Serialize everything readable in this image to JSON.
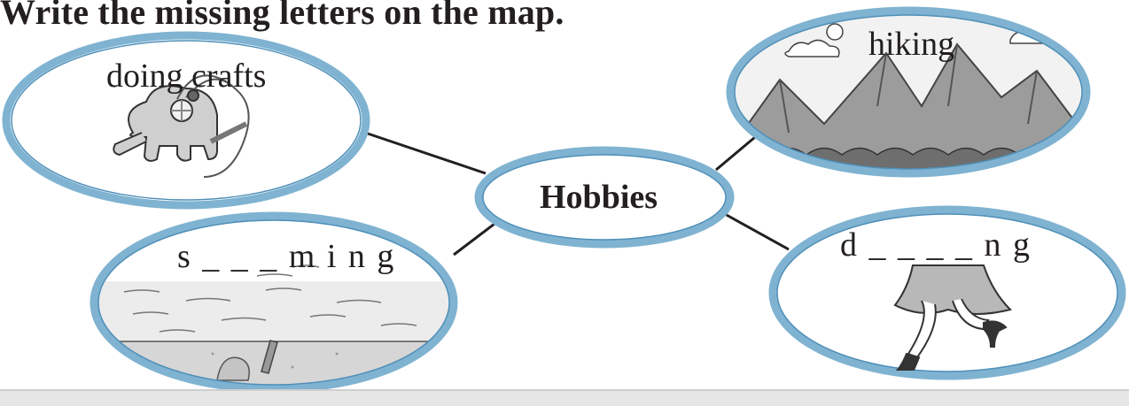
{
  "instruction": "Write the missing letters on the map.",
  "center": {
    "label": "Hobbies"
  },
  "nodes": [
    {
      "id": "crafts",
      "label": "doing crafts",
      "picture": "elephant-toy-icon"
    },
    {
      "id": "hiking",
      "label": "hiking",
      "picture": "mountains-icon"
    },
    {
      "id": "swimming",
      "label": "s _ _ _ m i n g",
      "picture": "beach-icon"
    },
    {
      "id": "dancing",
      "label": "d _ _ _ _ n g",
      "picture": "dancer-legs-icon"
    }
  ],
  "colors": {
    "ring": "#7fb3d1",
    "ring_inner": "#5e9cc2",
    "line": "#231f20",
    "text": "#231f20"
  }
}
